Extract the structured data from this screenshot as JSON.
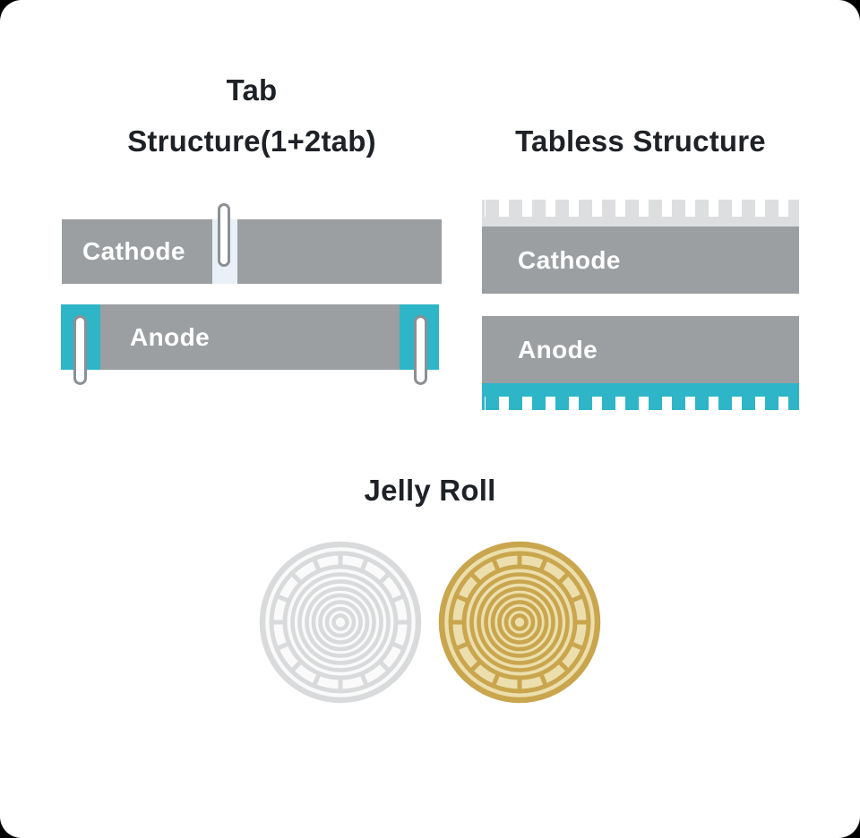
{
  "colors": {
    "bg": "#000000",
    "card": "#ffffff",
    "text": "#1e2126",
    "electrode-gray": "#9b9fa2",
    "teal": "#2fb5c8",
    "slot": "#e9f0f7",
    "foil-gray": "#dcdedf",
    "pill-fill": "#ffffff",
    "pill-border": "#8b9094"
  },
  "tab_structure": {
    "title_line1": "Tab",
    "title_line2": "Structure(1+2tab)",
    "cathode_label": "Cathode",
    "anode_label": "Anode"
  },
  "tabless_structure": {
    "title": "Tabless Structure",
    "cathode_label": "Cathode",
    "anode_label": "Anode"
  },
  "jelly_roll": {
    "title": "Jelly Roll",
    "rolls": [
      {
        "name": "jelly-roll-gray",
        "stroke": "#d9dadb",
        "fill": "#fafafa"
      },
      {
        "name": "jelly-roll-gold",
        "stroke": "#c9a64e",
        "fill": "#ecdfad"
      }
    ]
  }
}
